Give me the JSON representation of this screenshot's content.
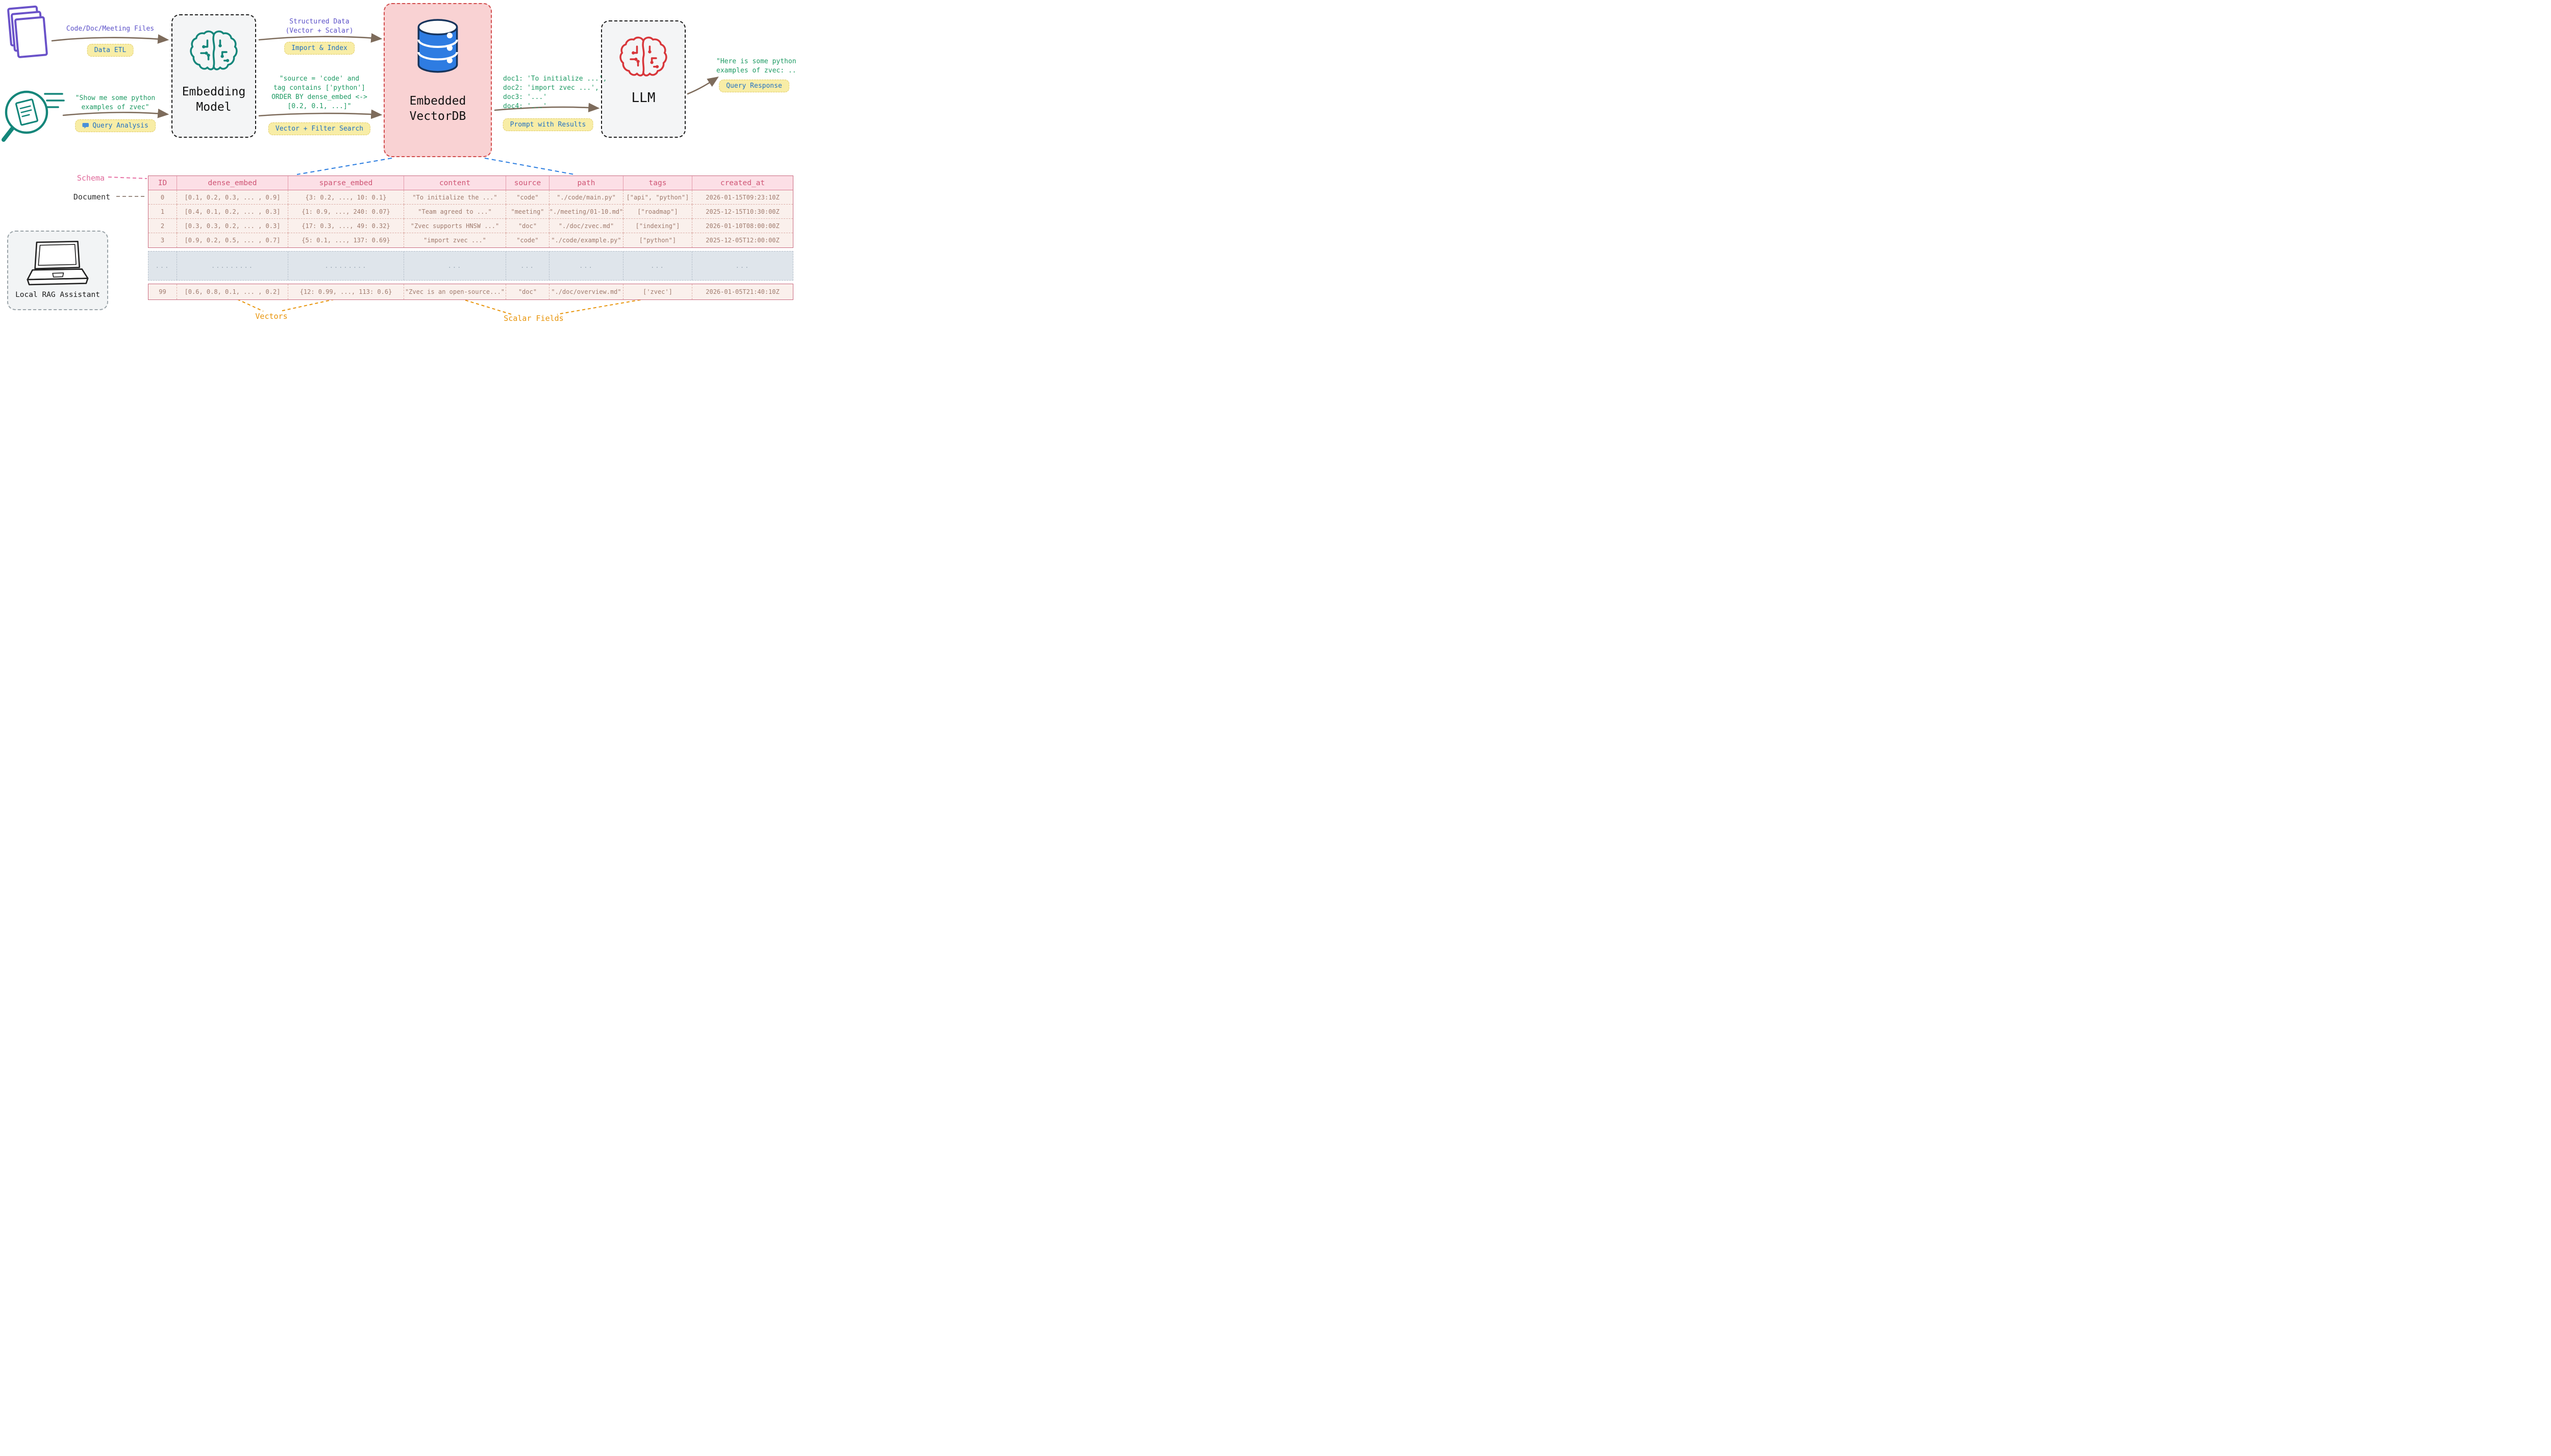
{
  "flow": {
    "files_label": "Code/Doc/Meeting Files",
    "data_etl_badge": "Data ETL",
    "query_text": "\"Show me some python\nexamples of zvec\"",
    "query_analysis_badge": "Query Analysis",
    "embedding_model_label": "Embedding\nModel",
    "structured_data_label": "Structured Data\n(Vector + Scalar)",
    "import_index_badge": "Import & Index",
    "filter_query_text": "\"source = 'code' and\ntag contains ['python']\nORDER BY dense_embed <->\n[0.2, 0.1, ...]\"",
    "vector_filter_badge": "Vector + Filter Search",
    "vectordb_label": "Embedded\nVectorDB",
    "retrieved_docs_text": "doc1: 'To initialize ...',\ndoc2: 'import zvec ...',\ndoc3: '...'\ndoc4: '...'",
    "prompt_results_badge": "Prompt with Results",
    "llm_label": "LLM",
    "response_text": "\"Here is some python\nexamples of zvec: ...\"",
    "query_response_badge": "Query Response"
  },
  "icons": {
    "documents": "stacked-documents-icon",
    "query": "magnifier-document-icon",
    "embedding_model": "brain-circuit-icon (teal)",
    "vectordb": "database-icon (blue cylinder)",
    "llm": "brain-circuit-icon (red)",
    "assistant": "laptop-icon",
    "query_analysis": "speech-bubble-icon"
  },
  "colors": {
    "accent_purple": "#5b50c8",
    "accent_green": "#1d9a63",
    "accent_teal": "#14867a",
    "accent_red": "#d14b4b",
    "accent_blue": "#2b7de0",
    "accent_orange": "#e8940a",
    "accent_pink": "#e0699a",
    "badge_bg": "#f8eda6",
    "badge_text": "#1f6fc4",
    "arrow_brown": "#7d6b5b"
  },
  "schema_table": {
    "schema_label": "Schema",
    "document_label": "Document",
    "headers": [
      "ID",
      "dense_embed",
      "sparse_embed",
      "content",
      "source",
      "path",
      "tags",
      "created_at"
    ],
    "rows": [
      [
        "0",
        "[0.1, 0.2, 0.3, ... , 0.9]",
        "{3: 0.2, ..., 10: 0.1}",
        "\"To initialize the ...\"",
        "\"code\"",
        "\"./code/main.py\"",
        "[\"api\", \"python\"]",
        "2026-01-15T09:23:10Z"
      ],
      [
        "1",
        "[0.4, 0.1, 0.2, ... , 0.3]",
        "{1: 0.9, ..., 240: 0.07}",
        "\"Team agreed to ...\"",
        "\"meeting\"",
        "\"./meeting/01-10.md\"",
        "[\"roadmap\"]",
        "2025-12-15T10:30:00Z"
      ],
      [
        "2",
        "[0.3, 0.3, 0.2, ... , 0.3]",
        "{17: 0.3, ..., 49: 0.32}",
        "\"Zvec supports HNSW ...\"",
        "\"doc\"",
        "\"./doc/zvec.md\"",
        "[\"indexing\"]",
        "2026-01-10T08:00:00Z"
      ],
      [
        "3",
        "[0.9, 0.2, 0.5, ... , 0.7]",
        "{5: 0.1, ..., 137: 0.69}",
        "\"import zvec ...\"",
        "\"code\"",
        "\"./code/example.py\"",
        "[\"python\"]",
        "2025-12-05T12:00:00Z"
      ]
    ],
    "ellipsis_row": [
      "...",
      ".........",
      ".........",
      "...",
      "...",
      "...",
      "...",
      "..."
    ],
    "last_row": [
      "99",
      "[0.6, 0.8, 0.1, ... , 0.2]",
      "{12: 0.99, ..., 113: 0.6}",
      "\"Zvec is an open-source...\"",
      "\"doc\"",
      "\"./doc/overview.md\"",
      "['zvec']",
      "2026-01-05T21:40:10Z"
    ],
    "vectors_label": "Vectors",
    "scalar_fields_label": "Scalar Fields"
  },
  "assistant": {
    "label": "Local RAG Assistant"
  }
}
